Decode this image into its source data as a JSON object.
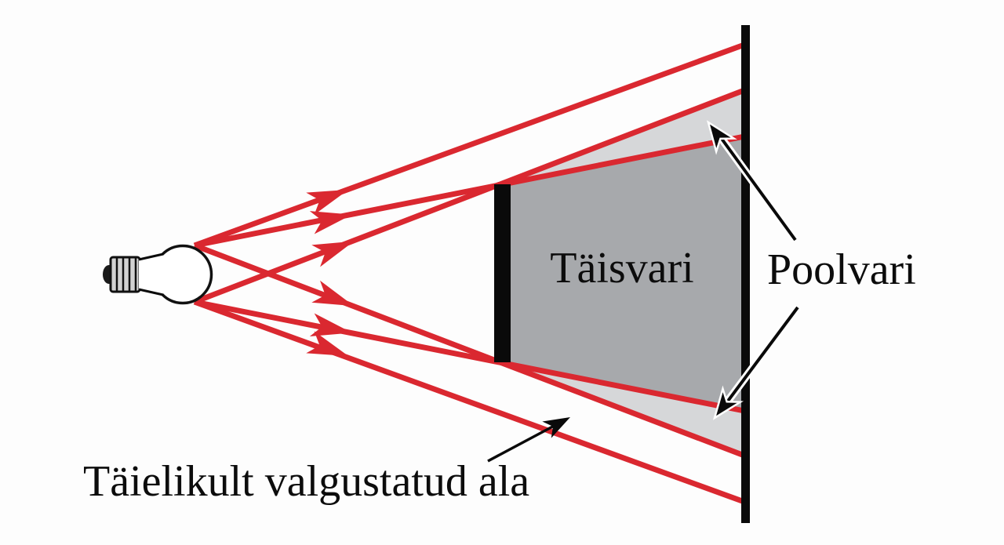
{
  "diagram": {
    "labels": {
      "umbra": "Täisvari",
      "penumbra": "Poolvari",
      "illuminated_area": "Täielikult valgustatud ala"
    },
    "colors": {
      "ray_red": "#da2830",
      "umbra_gray": "#a7a9ac",
      "penumbra_gray": "#d6d7d9",
      "ink_black": "#0a0a0a",
      "background": "#fdfdfd"
    },
    "elements": {
      "light_source": "light-bulb-icon",
      "obstacle": "opaque-barrier",
      "projection_surface": "screen-line",
      "ray_count": 6,
      "annotation_arrows": 3
    }
  }
}
